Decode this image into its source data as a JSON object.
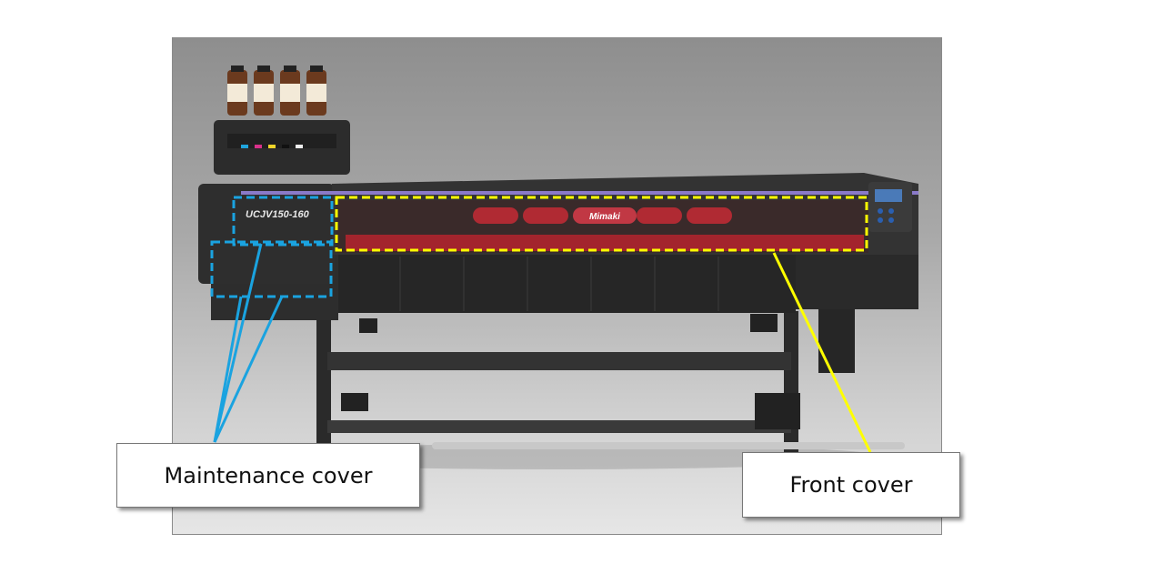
{
  "photo": {
    "model_label": "UCJV150-160",
    "brand_label": "Mimaki"
  },
  "callouts": {
    "maintenance": "Maintenance cover",
    "front": "Front cover"
  },
  "colors": {
    "maintenance_highlight": "#1aa3e0",
    "front_highlight": "#ffff00",
    "printer_body": "#2b2b2b"
  }
}
